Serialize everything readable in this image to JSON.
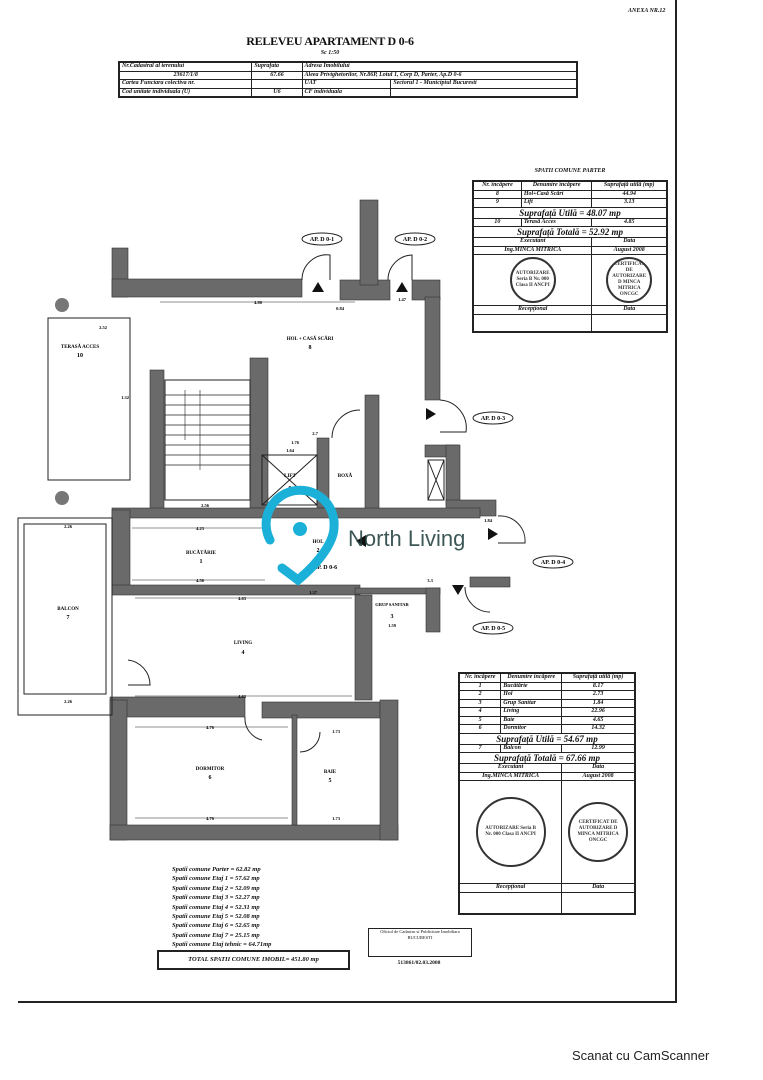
{
  "annex": "ANEXA NR.12",
  "title": "RELEVEU APARTAMENT D 0-6",
  "scale": "Sc 1:50",
  "header_table": {
    "rows": [
      [
        "Nr.Cadastral al terenului",
        "Suprafata",
        "Adresa Imobilului",
        ""
      ],
      [
        "23617/1/8",
        "67.66",
        "Aleea Privighetorilor, Nr.86P, Lotul 1, Corp D, Parter, Ap.D 0-6",
        ""
      ],
      [
        "Cartea Funciara colectiva nr.",
        "",
        "UAT",
        "Sectorul 1 - Municipiul Bucuresti"
      ],
      [
        "Cod unitate individuala (U)",
        "U6",
        "CF individuala",
        ""
      ]
    ]
  },
  "common_table": {
    "caption": "SPATII COMUNE PARTER",
    "headers": [
      "Nr. încăpere",
      "Denumire încăpere",
      "Suprafață utilă (mp)"
    ],
    "rows": [
      [
        "8",
        "Hol+Casă Scări",
        "44.94"
      ],
      [
        "9",
        "Lift",
        "3.13"
      ]
    ],
    "useful_total": "Suprafață Utilă = 48.07 mp",
    "extra_rows": [
      [
        "10",
        "Terasă Acces",
        "4.85"
      ]
    ],
    "grand_total": "Suprafață Totală = 52.92 mp",
    "executant_label": "Executant",
    "executant_name": "Ing.MINCA MITRICA",
    "date_label": "Data",
    "date_value": "August 2008",
    "receptionat_label": "Recepţional",
    "data_label2": "Data"
  },
  "apartment_table": {
    "headers": [
      "Nr. încăpere",
      "Denumire încăpere",
      "Suprafață utilă (mp)"
    ],
    "rows": [
      [
        "1",
        "Bucătărie",
        "8.17"
      ],
      [
        "2",
        "Hol",
        "2.73"
      ],
      [
        "3",
        "Grup Sanitar",
        "1.84"
      ],
      [
        "4",
        "Living",
        "22.96"
      ],
      [
        "5",
        "Baie",
        "4.65"
      ],
      [
        "6",
        "Dormitor",
        "14.32"
      ]
    ],
    "useful_total": "Suprafață Utilă = 54.67 mp",
    "extra_rows": [
      [
        "7",
        "Balcon",
        "12.99"
      ]
    ],
    "grand_total": "Suprafață Totală = 67.66 mp",
    "executant_label": "Executant",
    "executant_name": "Ing.MINCA MITRICA",
    "date_label": "Data",
    "date_value": "August 2008",
    "receptionat_label": "Recepţional",
    "data_label2": "Data"
  },
  "stamps": {
    "left": "AUTORIZARE Seria B Nr. 000 Clasa II ANCPI",
    "right": "CERTIFICAT DE AUTORIZARE D MINCA MITRICA ONCGC"
  },
  "plan": {
    "doors": [
      "AP. D 0-1",
      "AP. D 0-2",
      "AP. D 0-3",
      "AP. D 0-4",
      "AP. D 0-5",
      "AP. D 0-6"
    ],
    "rooms": {
      "hol_scari": "HOL + CASĂ SCĂRI",
      "hol_scari_no": "8",
      "terasa": "TERASĂ ACCES",
      "terasa_no": "10",
      "lift": "LIFT",
      "lift_no": "9",
      "boxa": "BOXĂ",
      "bucatarie": "BUCĂTĂRIE",
      "bucatarie_no": "1",
      "hol": "HOL",
      "hol_no": "2",
      "grup_sanitar": "GRUP SANITAR",
      "grup_sanitar_no": "3",
      "living": "LIVING",
      "living_no": "4",
      "baie": "BAIE",
      "baie_no": "5",
      "dormitor": "DORMITOR",
      "dormitor_no": "6",
      "balcon": "BALCON",
      "balcon_no": "7"
    },
    "dims": {
      "top": "4.80",
      "top_right": "1.47",
      "between": "0.84",
      "terasa_w": "2.52",
      "terasa_w2": "1.32",
      "stair_bottom": "2.56",
      "lift_w": "1.64",
      "lift_w2": "1.76",
      "boxa_w": "2.7",
      "kitchen_top": "4.23",
      "kitchen_bottom": "4.56",
      "hol_w": "1.37",
      "hol_right": "3.3",
      "hol_right2": "1.84",
      "living_top": "4.63",
      "living_bottom": "4.63",
      "gs_w": "1.59",
      "balcon_w": "2.26",
      "balcon_w2": "2.26",
      "dorm_top": "4.76",
      "dorm_bottom": "4.76",
      "baie_top": "1.73",
      "baie_bottom": "1.73"
    }
  },
  "totals": [
    "Spatii comune Parter = 62.82 mp",
    "Spatii comune Etaj 1 = 57.62 mp",
    "Spatii comune Etaj 2 = 52.09 mp",
    "Spatii comune Etaj 3 = 52.27 mp",
    "Spatii comune Etaj 4 = 52.31 mp",
    "Spatii comune Etaj 5 = 52.08 mp",
    "Spatii comune Etaj 6 = 52.65 mp",
    "Spatii comune Etaj 7 = 25.15 mp",
    "Spatii comune Etaj tehnic = 64.71mp"
  ],
  "total_common": "TOTAL SPATII COMUNE IMOBIL= 451.80 mp",
  "ocpi_stamp": "Oficiul de Cadastru si Publicitate Imobiliara BUCURESTI",
  "ocpi_number": "513861/02.03.2008",
  "watermark": "North Living",
  "scanner_note": "Scanat cu CamScanner",
  "colors": {
    "wall": "#6a6a6a",
    "watermark": "#1ab0d8",
    "ink": "#111111"
  }
}
